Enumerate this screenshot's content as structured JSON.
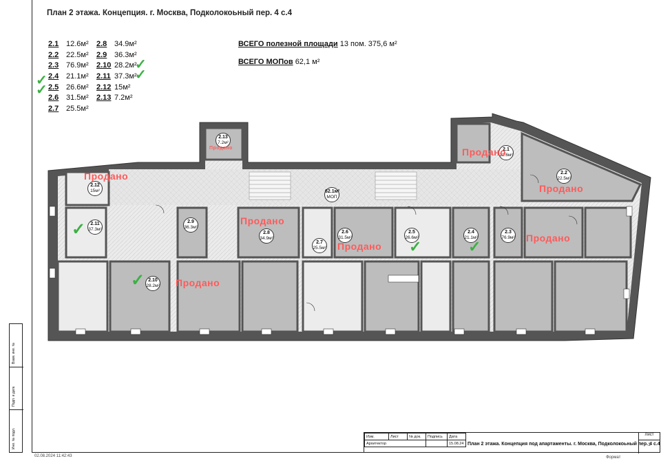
{
  "title": "План 2 этажа. Концепция. г. Москва, Подколокоьный пер. 4 с.4",
  "legend": [
    {
      "num": "2.1",
      "area": "12.6м²"
    },
    {
      "num": "2.2",
      "area": "22.5м²"
    },
    {
      "num": "2.3",
      "area": "76.9м²"
    },
    {
      "num": "2.4",
      "area": "21.1м²"
    },
    {
      "num": "2.5",
      "area": "26.6м²"
    },
    {
      "num": "2.6",
      "area": "31.5м²"
    },
    {
      "num": "2.7",
      "area": "25.5м²"
    },
    {
      "num": "2.8",
      "area": "34.9м²"
    },
    {
      "num": "2.9",
      "area": "36.3м²"
    },
    {
      "num": "2.10",
      "area": "28.2м²"
    },
    {
      "num": "2.11",
      "area": "37.3м²"
    },
    {
      "num": "2.12",
      "area": "15м²"
    },
    {
      "num": "2.13",
      "area": "7.2м²"
    }
  ],
  "totals": {
    "useful_label": "ВСЕГО полезной площади",
    "useful_value": "13 пом. 375,6 м²",
    "mop_label": "ВСЕГО МОПов",
    "mop_value": "62,1 м²"
  },
  "rooms": [
    {
      "num": "2.13",
      "area": "7.2м²"
    },
    {
      "num": "2.12",
      "area": "15м²"
    },
    {
      "num": "2.11",
      "area": "37.3м²"
    },
    {
      "num": "2.10",
      "area": "28.2м²"
    },
    {
      "num": "2.9",
      "area": "36.3м²"
    },
    {
      "num": "2.8",
      "area": "34.9м²"
    },
    {
      "num": "2.7",
      "area": "25.5м²"
    },
    {
      "num": "2.6",
      "area": "31.5м²"
    },
    {
      "num": "2.5",
      "area": "26.6м²"
    },
    {
      "num": "2.4",
      "area": "21.1м²"
    },
    {
      "num": "2.3",
      "area": "76.9м²"
    },
    {
      "num": "2.1",
      "area": "12.6м²"
    },
    {
      "num": "2.2",
      "area": "22.5м²"
    },
    {
      "num": "62.1м²",
      "area": "МОП"
    }
  ],
  "sold_label": "Продано",
  "stamp": {
    "headers": [
      "Изм.",
      "Лист",
      "№ док.",
      "Подпись",
      "Дата"
    ],
    "author": "Архитектор",
    "date": "15.08.24",
    "description": "План 2 этажа. Концепция под апартаменты. г. Москва, Подколокоьный пер. 4 с.4",
    "sheet_label": "Лист",
    "sheet_no": "3"
  },
  "side_stamp": [
    "Взам. инв. №",
    "Подп. и дата",
    "Инв. № подл."
  ],
  "footer_date": "02.08.2024 11:42:43",
  "footer_format": "Формат",
  "colors": {
    "sold": "#ff5a5a",
    "check": "#3cb043",
    "wall": "#555555",
    "room": "#cfcfcf",
    "corridor": "#ececec"
  }
}
